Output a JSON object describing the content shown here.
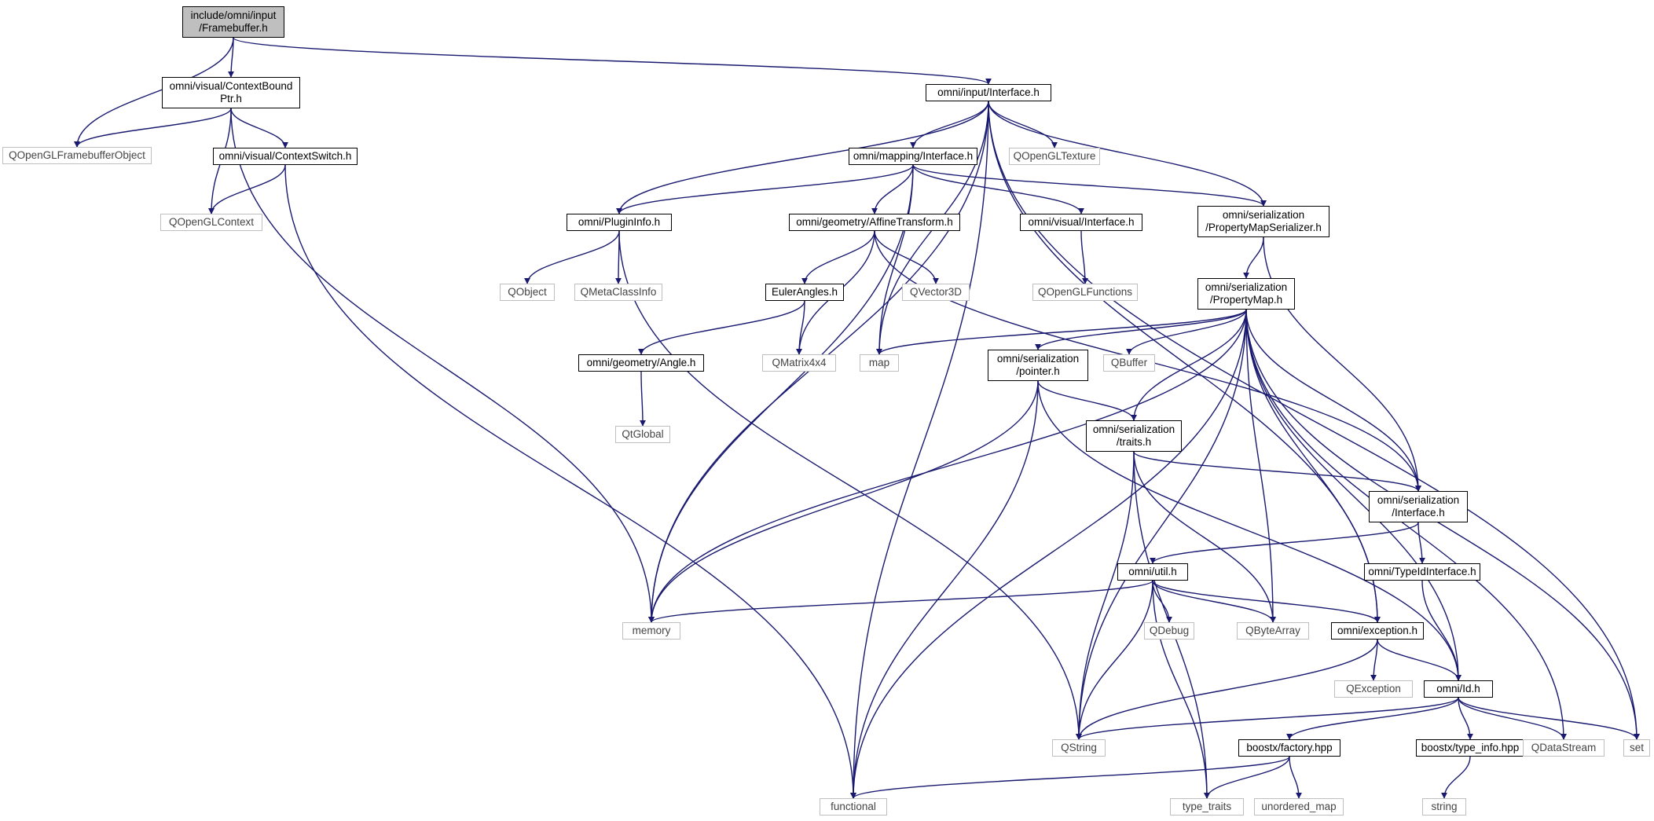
{
  "graph": {
    "colors": {
      "edge": "#191970",
      "root_fill": "#bfbfbf",
      "external_border": "#bfbfbf",
      "internal_border": "#000000"
    },
    "nodes": [
      {
        "id": "fb",
        "label": "include/omni/input\n/Framebuffer.h",
        "kind": "root"
      },
      {
        "id": "cbp",
        "label": "omni/visual/ContextBound\nPtr.h",
        "kind": "internal"
      },
      {
        "id": "ii",
        "label": "omni/input/Interface.h",
        "kind": "internal"
      },
      {
        "id": "qfbo",
        "label": "QOpenGLFramebufferObject",
        "kind": "external"
      },
      {
        "id": "cs",
        "label": "omni/visual/ContextSwitch.h",
        "kind": "internal"
      },
      {
        "id": "mi",
        "label": "omni/mapping/Interface.h",
        "kind": "internal"
      },
      {
        "id": "qtex",
        "label": "QOpenGLTexture",
        "kind": "external"
      },
      {
        "id": "qctx",
        "label": "QOpenGLContext",
        "kind": "external"
      },
      {
        "id": "pi",
        "label": "omni/PluginInfo.h",
        "kind": "internal"
      },
      {
        "id": "at",
        "label": "omni/geometry/AffineTransform.h",
        "kind": "internal"
      },
      {
        "id": "vi",
        "label": "omni/visual/Interface.h",
        "kind": "internal"
      },
      {
        "id": "pms",
        "label": "omni/serialization\n/PropertyMapSerializer.h",
        "kind": "internal"
      },
      {
        "id": "qobj",
        "label": "QObject",
        "kind": "external"
      },
      {
        "id": "qmci",
        "label": "QMetaClassInfo",
        "kind": "external"
      },
      {
        "id": "ea",
        "label": "EulerAngles.h",
        "kind": "internal"
      },
      {
        "id": "qv3",
        "label": "QVector3D",
        "kind": "external"
      },
      {
        "id": "qglf",
        "label": "QOpenGLFunctions",
        "kind": "external"
      },
      {
        "id": "pm",
        "label": "omni/serialization\n/PropertyMap.h",
        "kind": "internal"
      },
      {
        "id": "ang",
        "label": "omni/geometry/Angle.h",
        "kind": "internal"
      },
      {
        "id": "qm44",
        "label": "QMatrix4x4",
        "kind": "external"
      },
      {
        "id": "map",
        "label": "map",
        "kind": "external"
      },
      {
        "id": "ptr",
        "label": "omni/serialization\n/pointer.h",
        "kind": "internal"
      },
      {
        "id": "qbuf",
        "label": "QBuffer",
        "kind": "external"
      },
      {
        "id": "qtg",
        "label": "QtGlobal",
        "kind": "external"
      },
      {
        "id": "tr",
        "label": "omni/serialization\n/traits.h",
        "kind": "internal"
      },
      {
        "id": "si",
        "label": "omni/serialization\n/Interface.h",
        "kind": "internal"
      },
      {
        "id": "ut",
        "label": "omni/util.h",
        "kind": "internal"
      },
      {
        "id": "tid",
        "label": "omni/TypeIdInterface.h",
        "kind": "internal"
      },
      {
        "id": "mem",
        "label": "memory",
        "kind": "external"
      },
      {
        "id": "qdbg",
        "label": "QDebug",
        "kind": "external"
      },
      {
        "id": "qba",
        "label": "QByteArray",
        "kind": "external"
      },
      {
        "id": "exc",
        "label": "omni/exception.h",
        "kind": "internal"
      },
      {
        "id": "qexc",
        "label": "QException",
        "kind": "external"
      },
      {
        "id": "id",
        "label": "omni/Id.h",
        "kind": "internal"
      },
      {
        "id": "qstr",
        "label": "QString",
        "kind": "external"
      },
      {
        "id": "fac",
        "label": "boostx/factory.hpp",
        "kind": "internal"
      },
      {
        "id": "ti",
        "label": "boostx/type_info.hpp",
        "kind": "internal"
      },
      {
        "id": "qds",
        "label": "QDataStream",
        "kind": "external"
      },
      {
        "id": "set",
        "label": "set",
        "kind": "external"
      },
      {
        "id": "fn",
        "label": "functional",
        "kind": "external"
      },
      {
        "id": "tt",
        "label": "type_traits",
        "kind": "external"
      },
      {
        "id": "um",
        "label": "unordered_map",
        "kind": "external"
      },
      {
        "id": "str",
        "label": "string",
        "kind": "external"
      }
    ],
    "edges": [
      [
        "fb",
        "qfbo"
      ],
      [
        "fb",
        "cbp"
      ],
      [
        "fb",
        "ii"
      ],
      [
        "cbp",
        "qfbo"
      ],
      [
        "cbp",
        "qctx"
      ],
      [
        "cbp",
        "cs"
      ],
      [
        "cbp",
        "mem"
      ],
      [
        "cs",
        "qctx"
      ],
      [
        "cs",
        "fn"
      ],
      [
        "ii",
        "mi"
      ],
      [
        "ii",
        "qtex"
      ],
      [
        "ii",
        "pi"
      ],
      [
        "ii",
        "pms"
      ],
      [
        "ii",
        "mem"
      ],
      [
        "ii",
        "map"
      ],
      [
        "ii",
        "exc"
      ],
      [
        "ii",
        "set"
      ],
      [
        "ii",
        "fn"
      ],
      [
        "mi",
        "pi"
      ],
      [
        "mi",
        "at"
      ],
      [
        "mi",
        "vi"
      ],
      [
        "mi",
        "pms"
      ],
      [
        "mi",
        "mem"
      ],
      [
        "mi",
        "map"
      ],
      [
        "pi",
        "qobj"
      ],
      [
        "pi",
        "qmci"
      ],
      [
        "pi",
        "qstr"
      ],
      [
        "at",
        "ea"
      ],
      [
        "at",
        "qv3"
      ],
      [
        "at",
        "qm44"
      ],
      [
        "at",
        "si"
      ],
      [
        "vi",
        "qglf"
      ],
      [
        "pms",
        "pm"
      ],
      [
        "pms",
        "si"
      ],
      [
        "ea",
        "ang"
      ],
      [
        "ea",
        "qm44"
      ],
      [
        "ang",
        "qtg"
      ],
      [
        "pm",
        "map"
      ],
      [
        "pm",
        "mem"
      ],
      [
        "pm",
        "fn"
      ],
      [
        "pm",
        "ptr"
      ],
      [
        "pm",
        "qbuf"
      ],
      [
        "pm",
        "tr"
      ],
      [
        "pm",
        "qstr"
      ],
      [
        "pm",
        "qba"
      ],
      [
        "pm",
        "exc"
      ],
      [
        "pm",
        "si"
      ],
      [
        "pm",
        "id"
      ],
      [
        "pm",
        "qds"
      ],
      [
        "pm",
        "set"
      ],
      [
        "ptr",
        "mem"
      ],
      [
        "ptr",
        "fn"
      ],
      [
        "ptr",
        "tr"
      ],
      [
        "ptr",
        "id"
      ],
      [
        "tr",
        "si"
      ],
      [
        "tr",
        "tt"
      ],
      [
        "tr",
        "qstr"
      ],
      [
        "tr",
        "qba"
      ],
      [
        "si",
        "ut"
      ],
      [
        "si",
        "tid"
      ],
      [
        "tid",
        "id"
      ],
      [
        "ut",
        "mem"
      ],
      [
        "ut",
        "qdbg"
      ],
      [
        "ut",
        "qba"
      ],
      [
        "ut",
        "exc"
      ],
      [
        "ut",
        "qstr"
      ],
      [
        "ut",
        "tt"
      ],
      [
        "exc",
        "qexc"
      ],
      [
        "exc",
        "id"
      ],
      [
        "exc",
        "qstr"
      ],
      [
        "id",
        "qstr"
      ],
      [
        "id",
        "fac"
      ],
      [
        "id",
        "ti"
      ],
      [
        "id",
        "qds"
      ],
      [
        "id",
        "set"
      ],
      [
        "fac",
        "fn"
      ],
      [
        "fac",
        "tt"
      ],
      [
        "fac",
        "um"
      ],
      [
        "ti",
        "str"
      ]
    ]
  }
}
